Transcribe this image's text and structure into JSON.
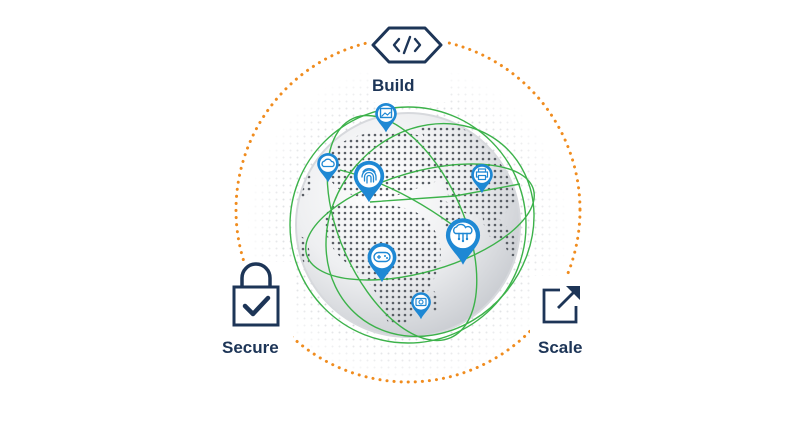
{
  "labels": {
    "build": "Build",
    "secure": "Secure",
    "scale": "Scale"
  },
  "icons": {
    "build": "code-hexagon-icon",
    "secure": "padlock-check-icon",
    "scale": "external-link-icon",
    "pins": [
      "image-pin-icon",
      "cloud-pin-icon",
      "fingerprint-pin-icon",
      "printer-pin-icon",
      "cloud-network-pin-icon",
      "gamepad-pin-icon",
      "camera-pin-icon"
    ]
  },
  "colors": {
    "navy": "#1d3557",
    "orange": "#f08c1e",
    "green": "#3cb24a",
    "pin_blue": "#1e88d4",
    "globe_dots": "#5a5f66"
  }
}
